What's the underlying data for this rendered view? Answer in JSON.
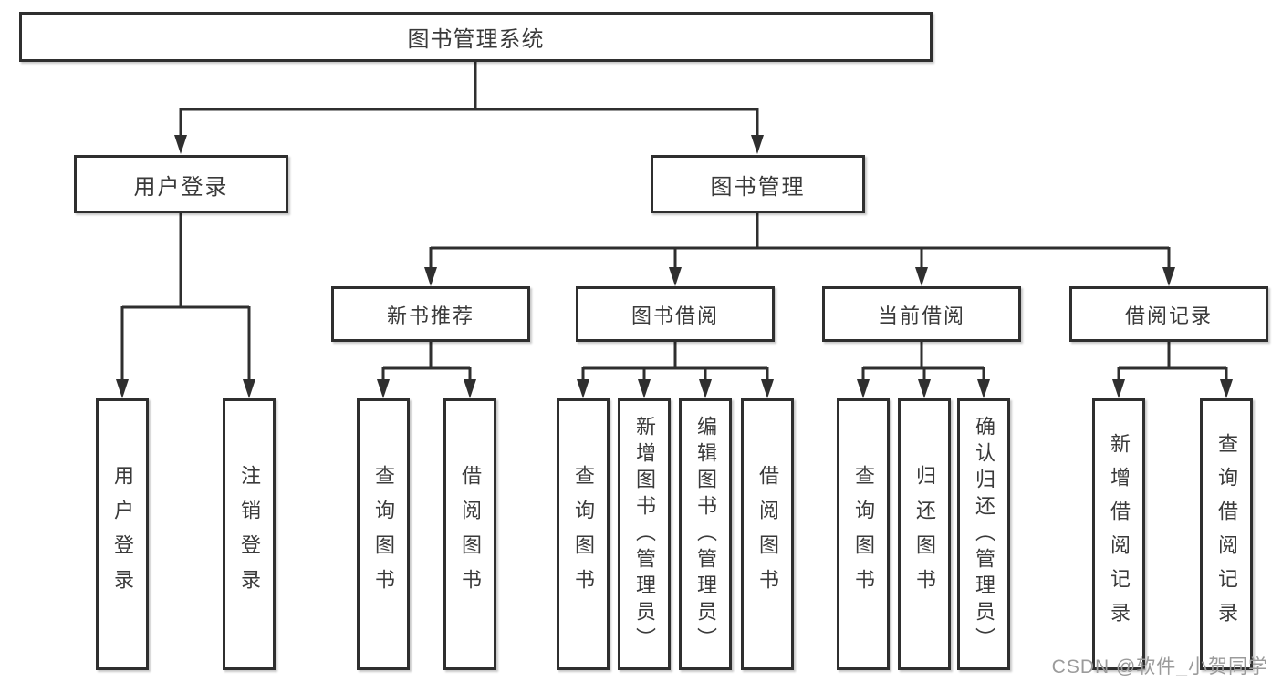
{
  "diagram": {
    "root": {
      "label": "图书管理系统"
    },
    "branches": [
      {
        "label": "用户登录",
        "children": [
          "用户登录",
          "注销登录"
        ]
      },
      {
        "label": "图书管理",
        "groups": [
          {
            "label": "新书推荐",
            "children": [
              "查询图书",
              "借阅图书"
            ]
          },
          {
            "label": "图书借阅",
            "children": [
              "查询图书",
              "新增图书（管理员）",
              "编辑图书（管理员）",
              "借阅图书"
            ]
          },
          {
            "label": "当前借阅",
            "children": [
              "查询图书",
              "归还图书",
              "确认归还（管理员）"
            ]
          },
          {
            "label": "借阅记录",
            "children": [
              "新增借阅记录",
              "查询借阅记录"
            ]
          }
        ]
      }
    ]
  },
  "watermark": {
    "text": "CSDN @软件_小贺同学"
  },
  "colors": {
    "line": "#2f2f2f",
    "text": "#3a3a3a",
    "watermark": "#9b9b9b",
    "background": "#ffffff"
  }
}
